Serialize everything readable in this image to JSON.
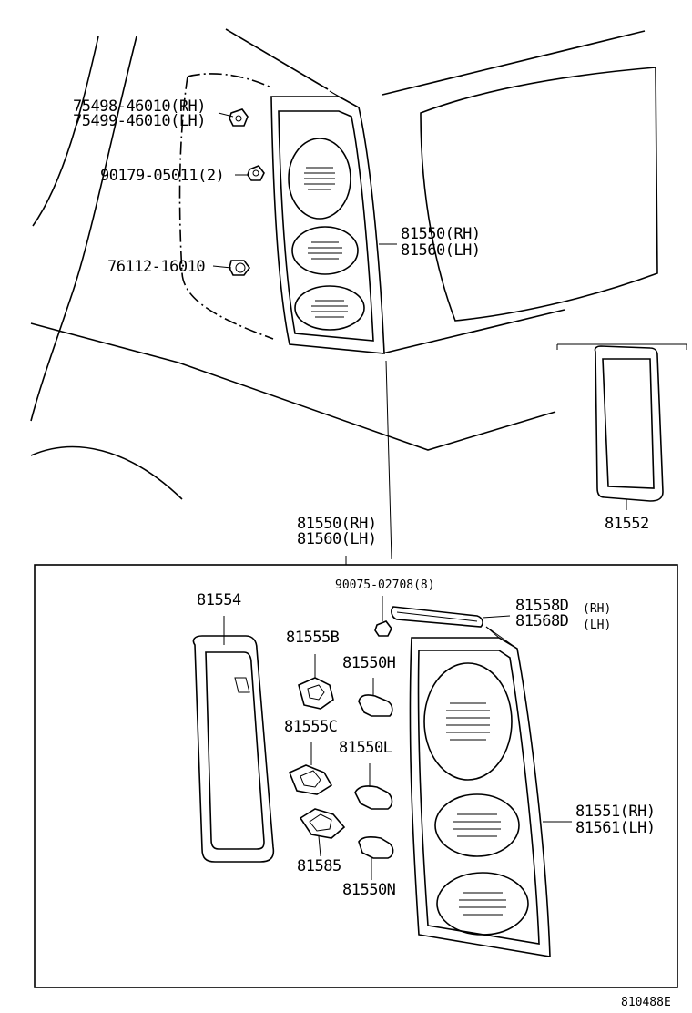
{
  "diagram": {
    "labels": {
      "clip_rh": "75498-46010(RH)",
      "clip_lh": "75499-46010(LH)",
      "nut": "90179-05011(2)",
      "grommet": "76112-16010",
      "lamp_rh_top": "81550(RH)",
      "lamp_lh_top": "81560(LH)",
      "gasket_outer": "81552",
      "assy_rh": "81550(RH)",
      "assy_lh": "81560(LH)",
      "screw": "90075-02708(8)",
      "cover_rh": "81558D",
      "cover_rh_suffix": "(RH)",
      "cover_lh": "81568D",
      "cover_lh_suffix": "(LH)",
      "gasket_inner": "81554",
      "socket_b": "81555B",
      "bulb_h": "81550H",
      "socket_c": "81555C",
      "bulb_l": "81550L",
      "lens_rh": "81551(RH)",
      "lens_lh": "81561(LH)",
      "socket_85": "81585",
      "bulb_n": "81550N",
      "diagram_code": "810488E"
    }
  }
}
